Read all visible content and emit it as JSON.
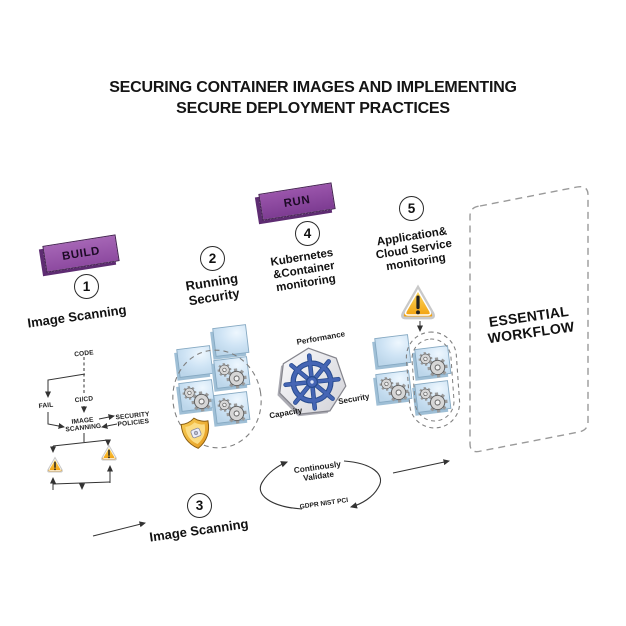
{
  "title": {
    "line1": "SECURING CONTAINER IMAGES AND IMPLEMENTING",
    "line2": "SECURE DEPLOYMENT PRACTICES"
  },
  "badges": {
    "build": "BUILD",
    "run": "RUN"
  },
  "steps": {
    "s1": {
      "num": "1",
      "label": "Image Scanning"
    },
    "s2": {
      "num": "2",
      "label": "Running\nSecurity"
    },
    "s3": {
      "num": "3",
      "label": "Image Scanning"
    },
    "s4": {
      "num": "4",
      "label": "Kubernetes\n&Container\nmonitoring"
    },
    "s5": {
      "num": "5",
      "label": "Application&\nCloud Service\nmonitoring"
    }
  },
  "flowchart": {
    "code": "CODE",
    "cicd": "CI/CD",
    "fail": "FAIL",
    "image_scanning": "IMAGE\nSCANNING",
    "security_policies": "SECURITY\nPOLICIES"
  },
  "kubernetes_labels": {
    "performance": "Performance",
    "capacity": "Capacity",
    "security": "Security"
  },
  "cycle": {
    "top": "Continously\nValidate",
    "bottom": "GDPR NIST PCI"
  },
  "workflow": {
    "label": "ESSENTIAL\nWORKFLOW"
  },
  "colors": {
    "badge_purple": "#9b58ac",
    "badge_purple_dark": "#5e2c72",
    "tile_blue": "#cfe4f5",
    "gear_gray": "#d6d6d6",
    "shield_gold": "#efb42f",
    "warning_yellow": "#f5a623",
    "kubernetes_blue": "#4063b2",
    "line": "#333333",
    "dashed": "#8a8a8a"
  }
}
